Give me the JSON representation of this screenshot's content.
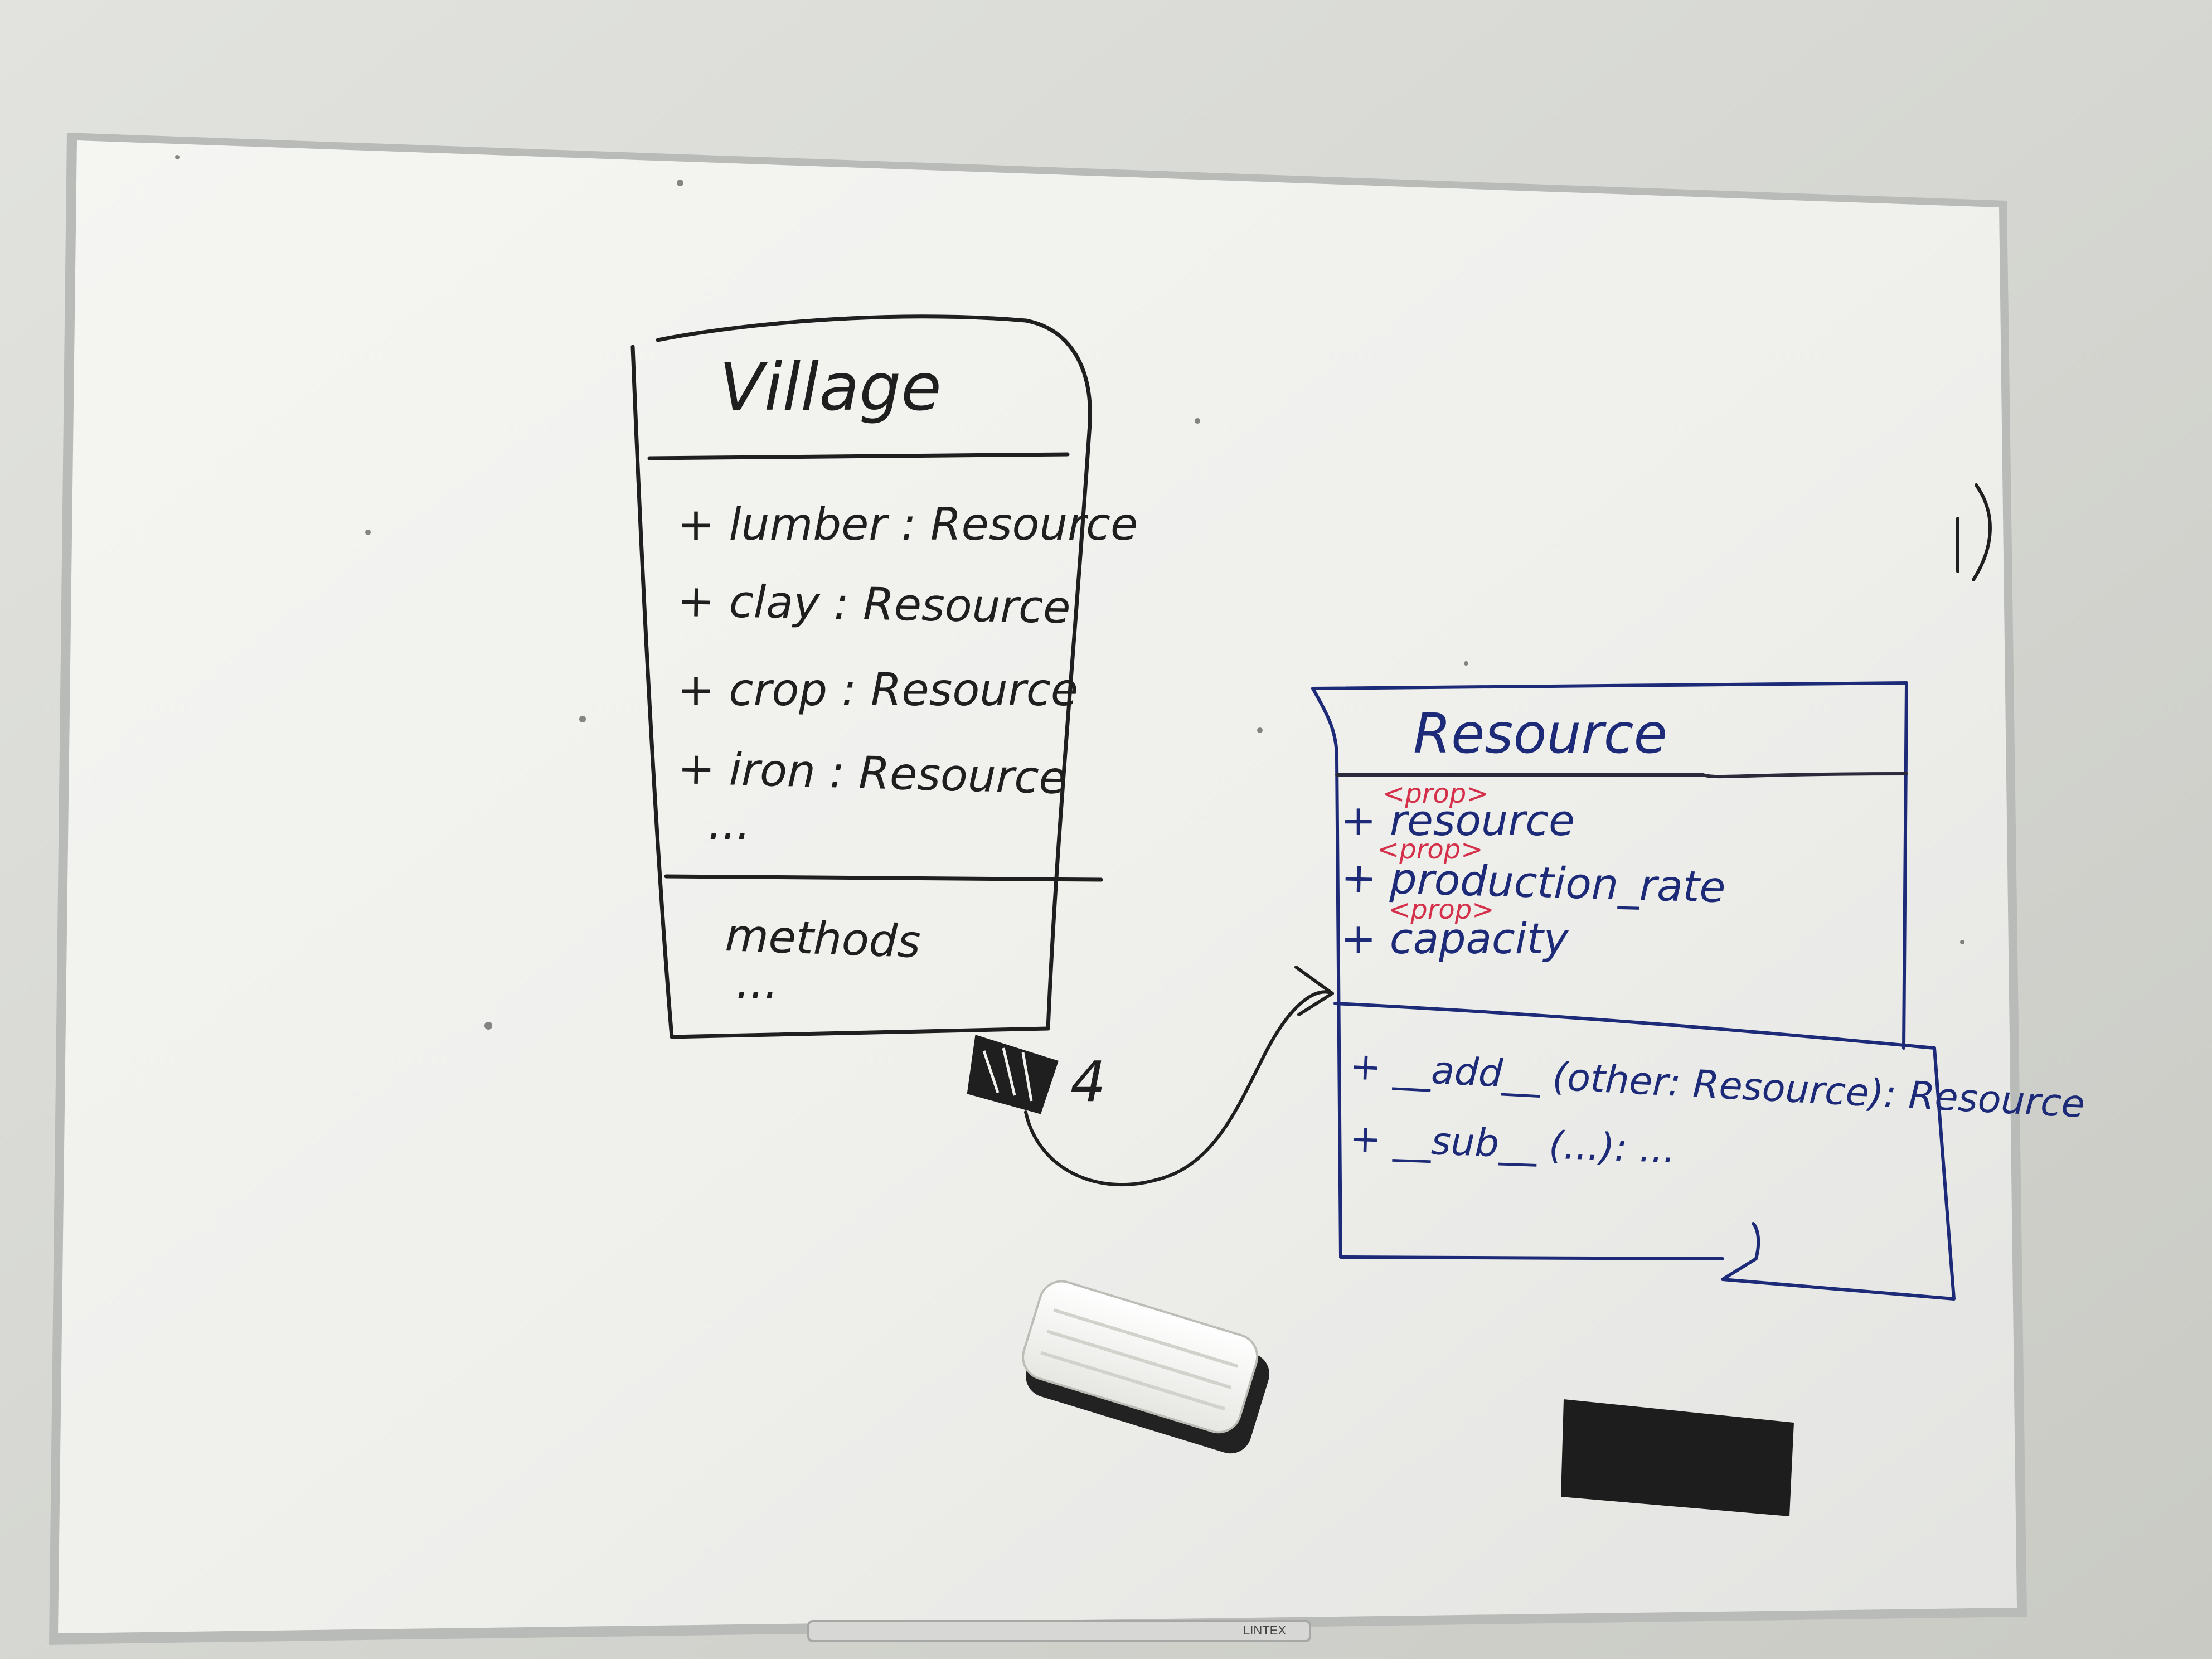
{
  "village": {
    "title": "Village",
    "attributes": [
      "+ lumber : Resource",
      "+ clay : Resource",
      "+ crop : Resource",
      "+ iron : Resource",
      "..."
    ],
    "methods_label": "methods",
    "methods_ellipsis": "..."
  },
  "resource": {
    "title": "Resource",
    "properties": [
      {
        "stereotype": "<prop>",
        "name": "+ resource"
      },
      {
        "stereotype": "<prop>",
        "name": "+ production_rate"
      },
      {
        "stereotype": "<prop>",
        "name": "+ capacity"
      }
    ],
    "methods": [
      "+ __add__ (other: Resource): Resource",
      "+ __sub__ (...): ..."
    ]
  },
  "association": {
    "multiplicity": "4"
  },
  "board_brand": "LINTEX",
  "colors": {
    "black_marker": "#1f1f1f",
    "blue_marker": "#1c2a78",
    "red_marker": "#d4304a",
    "board": "#f1f1ee"
  }
}
